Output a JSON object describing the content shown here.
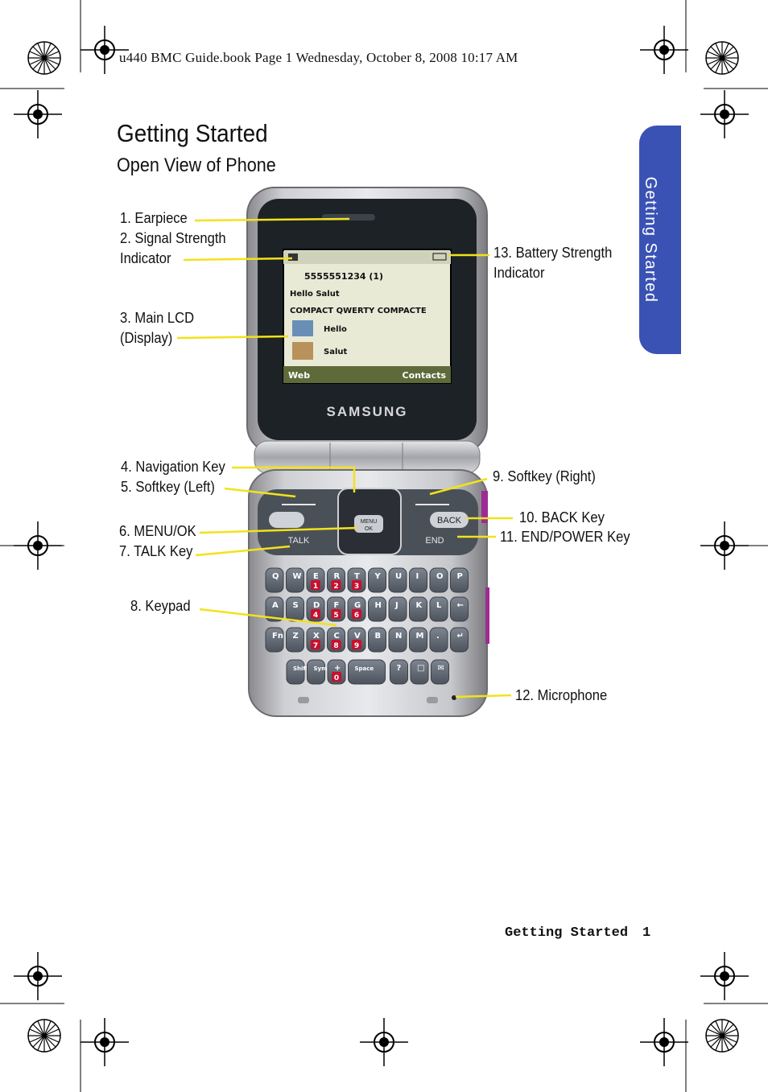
{
  "print_header": "u440 BMC Guide.book  Page 1  Wednesday, October 8, 2008  10:17 AM",
  "section_title": "Getting Started",
  "subtitle": "Open View of Phone",
  "side_tab": "Getting Started",
  "labels": {
    "earpiece": "1. Earpiece",
    "signal": "2. Signal Strength\nIndicator",
    "lcd": "3. Main LCD\n(Display)",
    "nav": "4. Navigation Key",
    "softkey_left": "5. Softkey (Left)",
    "menu_ok": "6. MENU/OK",
    "talk": "7. TALK Key",
    "keypad": "8. Keypad",
    "softkey_right": "9. Softkey (Right)",
    "back": "10. BACK Key",
    "end_power": "11. END/POWER Key",
    "microphone": "12. Microphone",
    "battery": "13. Battery Strength\nIndicator"
  },
  "phone": {
    "brand": "SAMSUNG",
    "screen_number": "5555551234 (1)",
    "screen_line1": "Hello Salut",
    "screen_line2": "COMPACT QWERTY COMPACTE",
    "contact1": "Hello",
    "contact2": "Salut",
    "softkey_left_label": "Web",
    "softkey_right_label": "Contacts",
    "menu_key": "MENU",
    "ok_key": "OK",
    "back_key": "BACK",
    "talk_key": "TALK",
    "end_key": "END",
    "keys_row1": [
      "Q",
      "W",
      "E",
      "R",
      "T",
      "Y",
      "U",
      "I",
      "O",
      "P"
    ],
    "keys_row2": [
      "A",
      "S",
      "D",
      "F",
      "G",
      "H",
      "J",
      "K",
      "L"
    ],
    "keys_row3": [
      "Fn",
      "Z",
      "X",
      "C",
      "V",
      "B",
      "N",
      "M"
    ],
    "keys_row4": [
      "Shift",
      "Sym",
      "0",
      "Space"
    ],
    "red_numbers": [
      "1",
      "2",
      "3",
      "4",
      "5",
      "6",
      "7",
      "8",
      "9"
    ]
  },
  "footer": {
    "section": "Getting Started",
    "page": "1"
  },
  "colors": {
    "tab": "#3a52b4",
    "leader": "#f2e21b",
    "lcd_bg": "#e9ead6",
    "red_key": "#c8102e"
  }
}
